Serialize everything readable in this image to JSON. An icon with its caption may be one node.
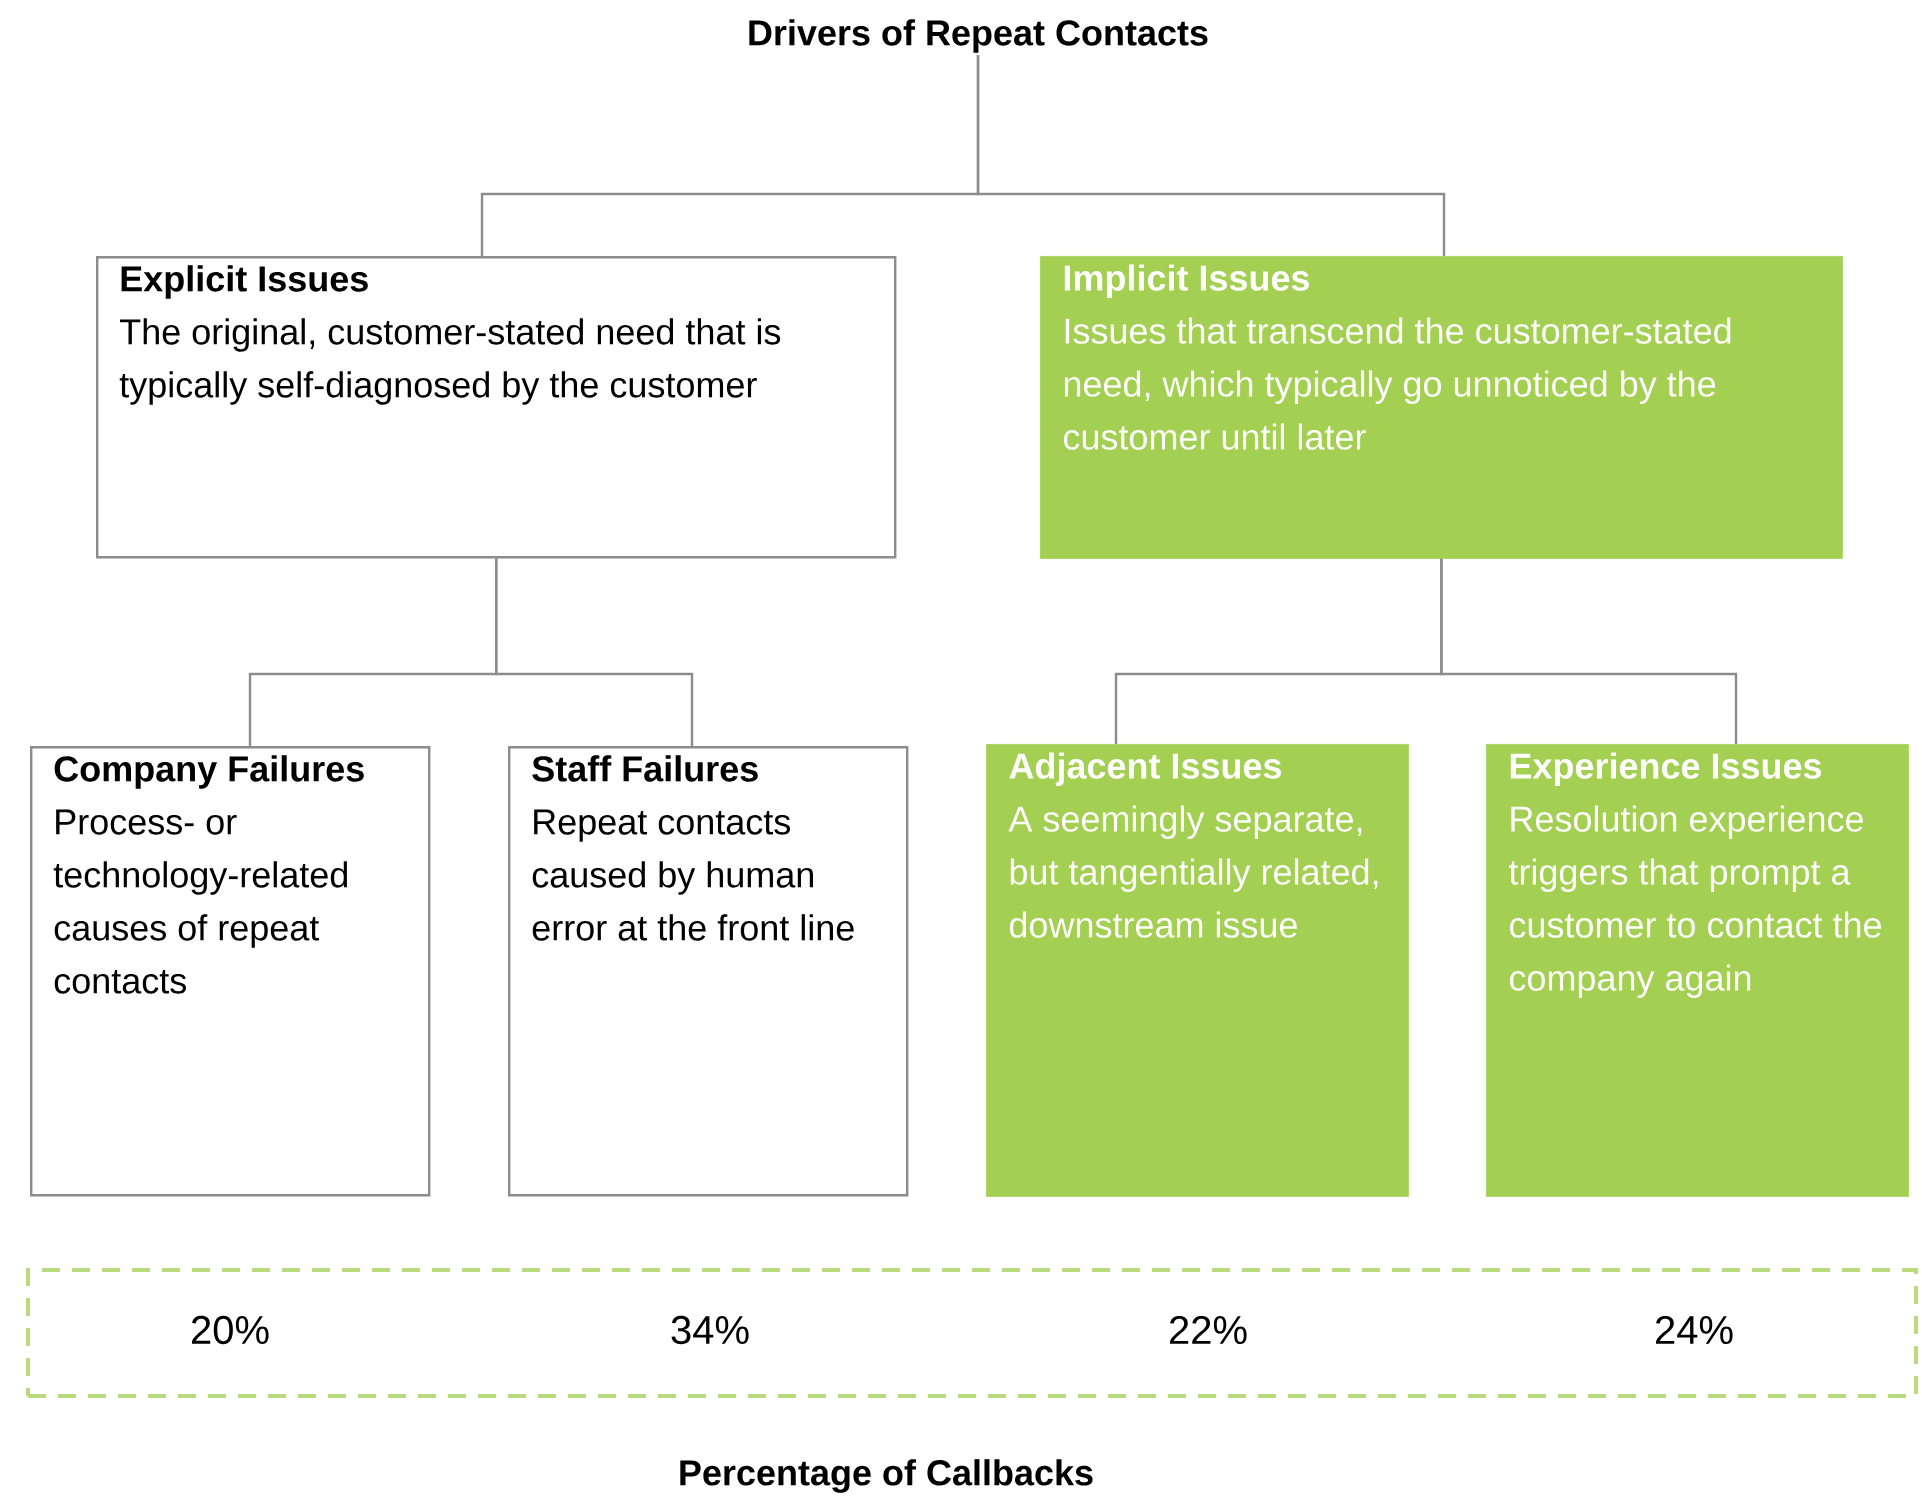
{
  "diagram": {
    "nodes": [
      {
        "text": [
          "Drivers of Repeat Contacts"
        ]
      },
      {
        "text": [
          "Explicit Issues",
          "The original, customer-stated need that is typically self-diagnosed by the customer"
        ]
      },
      {
        "text": [
          "Implicit Issues",
          "Issues that transcend the customer-stated need, which typically go unnoticed by the customer until later"
        ]
      },
      {
        "text": [
          "Company Failures",
          "Process- or technology-related causes of repeat contacts"
        ]
      },
      {
        "text": [
          "Staff Failures",
          "Repeat contacts caused by human error at the front line"
        ]
      },
      {
        "text": [
          "Adjacent Issues",
          "A seemingly separate, but tangentially related, downstream issue"
        ]
      },
      {
        "text": [
          "Experience Issues",
          "Resolution experience triggers that prompt a customer to contact the company again"
        ]
      },
      {
        "text": [
          "20%",
          "34%",
          "22%",
          "24%"
        ],
        "beside": [
          "Percentage of Callbacks"
        ]
      }
    ],
    "edges": [
      {
        "from": 0,
        "to": 1,
        "arrow": "none"
      },
      {
        "from": 0,
        "to": 2,
        "arrow": "none"
      },
      {
        "from": 1,
        "to": 3,
        "arrow": "none"
      },
      {
        "from": 1,
        "to": 4,
        "arrow": "none"
      },
      {
        "from": 2,
        "to": 5,
        "arrow": "none"
      },
      {
        "from": 2,
        "to": 6,
        "arrow": "none"
      }
    ]
  }
}
